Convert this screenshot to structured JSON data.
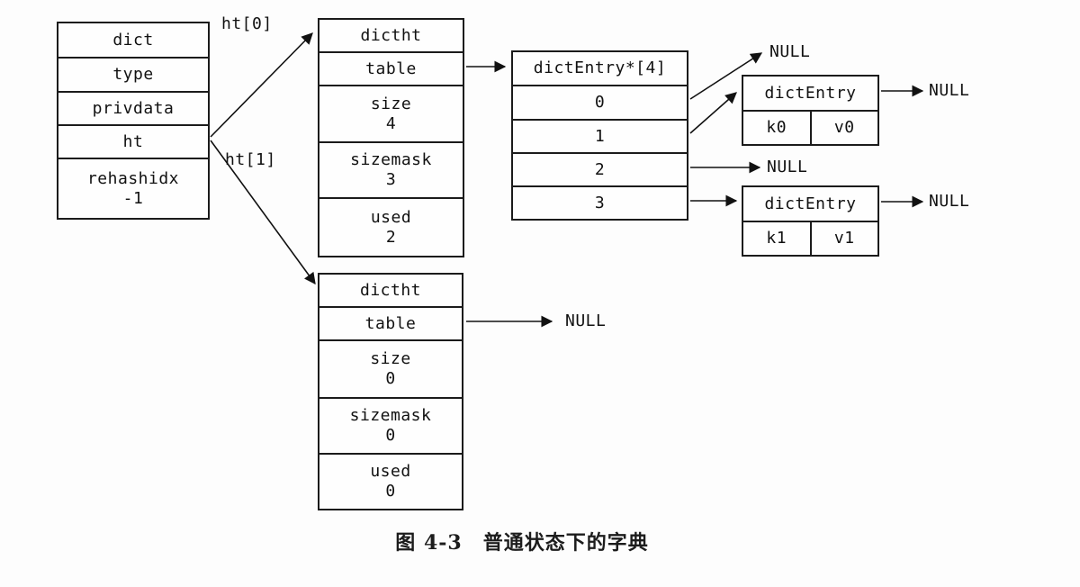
{
  "figure": {
    "caption": "图 4-3　普通状态下的字典"
  },
  "pointer_labels": {
    "ht0": "ht[0]",
    "ht1": "ht[1]"
  },
  "dict_struct": {
    "rows": [
      "dict",
      "type",
      "privdata",
      "ht"
    ],
    "rehashidx_label": "rehashidx",
    "rehashidx_value": "-1"
  },
  "hashtable0": {
    "header": "dictht",
    "table_label": "table",
    "size_label": "size",
    "size_value": "4",
    "sizemask_label": "sizemask",
    "sizemask_value": "3",
    "used_label": "used",
    "used_value": "2"
  },
  "bucket_array": {
    "header": "dictEntry*[4]",
    "indices": [
      "0",
      "1",
      "2",
      "3"
    ]
  },
  "entry_k0": {
    "header": "dictEntry",
    "key": "k0",
    "val": "v0",
    "next": "NULL"
  },
  "entry_k1": {
    "header": "dictEntry",
    "key": "k1",
    "val": "v1",
    "next": "NULL"
  },
  "nulls": {
    "bucket0": "NULL",
    "bucket2": "NULL",
    "table1": "NULL"
  },
  "hashtable1": {
    "header": "dictht",
    "table_label": "table",
    "size_label": "size",
    "size_value": "0",
    "sizemask_label": "sizemask",
    "sizemask_value": "0",
    "used_label": "used",
    "used_value": "0"
  }
}
